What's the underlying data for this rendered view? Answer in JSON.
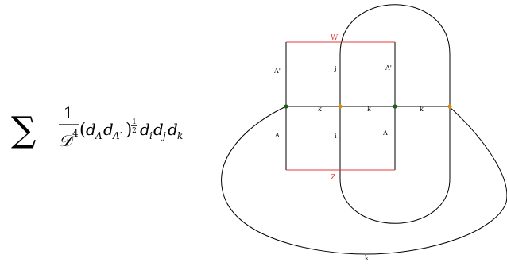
{
  "formula": {
    "sum": "∑",
    "numerator": "1",
    "denominator": "𝒟",
    "denominator_exp": "4",
    "paren_open": "(",
    "dA": "d",
    "dA_sub": "A",
    "dAp": "d",
    "dAp_sub": "A′",
    "paren_close": ")",
    "half_num": "1",
    "half_den": "2",
    "di": "d",
    "di_sub": "i",
    "dj": "d",
    "dj_sub": "j",
    "dk": "d",
    "dk_sub": "k"
  },
  "diagram": {
    "labels": {
      "W": "W",
      "Z": "Z",
      "A_prime_left": "A'",
      "A_prime_right": "A'",
      "A_left": "A",
      "A_right": "A",
      "i": "i",
      "j": "j",
      "k1": "k",
      "k2": "k",
      "k3": "k",
      "k_bottom": "k"
    },
    "colors": {
      "line": "#000000",
      "red_line": "#e23b3b",
      "green_node": "#1f5a1f",
      "orange_node": "#d98a12"
    }
  }
}
